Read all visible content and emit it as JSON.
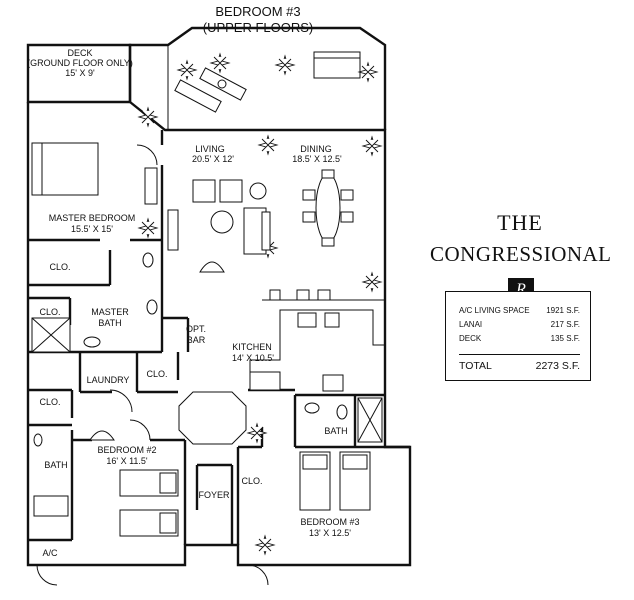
{
  "header": {
    "line1": "BEDROOM #3",
    "line2": "(UPPER FLOORS)"
  },
  "brand": {
    "title_line1": "THE",
    "title_line2": "CONGRESSIONAL",
    "logo_letter": "R"
  },
  "areas": {
    "rows": [
      {
        "label": "A/C LIVING SPACE",
        "value": "1921 S.F."
      },
      {
        "label": "LANAI",
        "value": "217 S.F."
      },
      {
        "label": "DECK",
        "value": "135 S.F."
      }
    ],
    "total_label": "TOTAL",
    "total_value": "2273 S.F."
  },
  "rooms": {
    "deck": {
      "name": "DECK",
      "note": "(GROUND FLOOR ONLY)",
      "size": "15' X 9'"
    },
    "living": {
      "name": "LIVING",
      "size": "20.5' X 12'"
    },
    "dining": {
      "name": "DINING",
      "size": "18.5' X 12.5'"
    },
    "master_bedroom": {
      "name": "MASTER BEDROOM",
      "size": "15.5' X 15'"
    },
    "clo_master": "CLO.",
    "clo_bath": "CLO.",
    "master_bath": {
      "line1": "MASTER",
      "line2": "BATH"
    },
    "opt_bar": {
      "line1": "OPT.",
      "line2": "BAR"
    },
    "kitchen": {
      "name": "KITCHEN",
      "size": "14' X 10.5'"
    },
    "laundry": "LAUNDRY",
    "clo_laundry": "CLO.",
    "clo_left": "CLO.",
    "bath_left": "BATH",
    "bedroom2": {
      "name": "BEDROOM #2",
      "size": "16' X 11.5'"
    },
    "foyer": "FOYER",
    "clo_bed3": "CLO.",
    "bath_right": "BATH",
    "bedroom3": {
      "name": "BEDROOM #3",
      "size": "13' X 12.5'"
    },
    "ac": "A/C"
  }
}
